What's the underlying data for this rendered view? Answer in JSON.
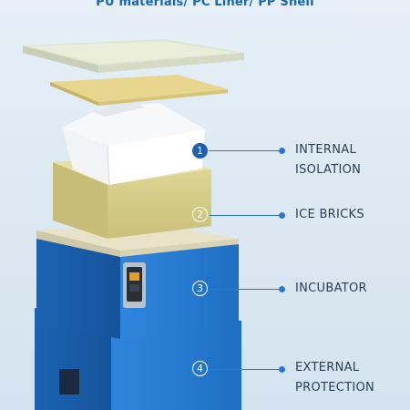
{
  "header": {
    "title": "PU materials/ PC Liner/ PP Shell"
  },
  "callouts": [
    {
      "number": "1",
      "line1": "INTERNAL",
      "line2": "ISOLATION"
    },
    {
      "number": "2",
      "line1": "ICE BRICKS",
      "line2": ""
    },
    {
      "number": "3",
      "line1": "INCUBATOR",
      "line2": ""
    },
    {
      "number": "4",
      "line1": "EXTERNAL",
      "line2": "PROTECTION"
    }
  ],
  "colors": {
    "title": "#1466b8",
    "accent_line": "#2c78c8",
    "shell_blue": "#2a7fd6",
    "foam": "#d8cf8e",
    "lid": "#e9eddb"
  },
  "icons": [
    "thermometer-display-icon",
    "handle-slot-icon"
  ]
}
